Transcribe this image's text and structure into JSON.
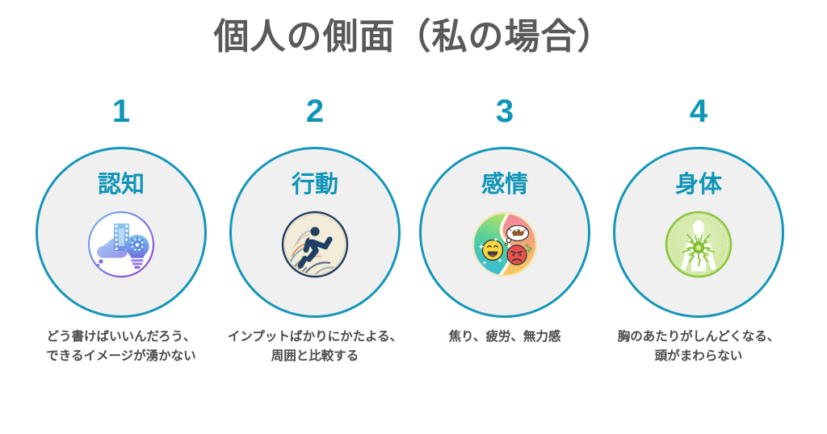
{
  "slide": {
    "title": "個人の側面（私の場合）",
    "accent_color": "#0f95b7",
    "ring_color": "#1596b8",
    "bubble_fill": "#f0f0f0",
    "title_color": "#595959",
    "caption_color": "#4a4a4a",
    "background_color": "#ffffff"
  },
  "columns": [
    {
      "number": "1",
      "label": "認知",
      "icon": "brain-cloud-film-lightbulb-icon",
      "caption": "どう書けばいいんだろう、\nできるイメージが湧かない"
    },
    {
      "number": "2",
      "label": "行動",
      "icon": "leaping-person-icon",
      "caption": "インプットばかりにかたよる、\n周囲と比較する"
    },
    {
      "number": "3",
      "label": "感情",
      "icon": "happy-angry-emoji-split-icon",
      "caption": "焦り、疲労、無力感"
    },
    {
      "number": "4",
      "label": "身体",
      "icon": "body-nerves-icon",
      "caption": "胸のあたりがしんどくなる、\n頭がまわらない"
    }
  ]
}
